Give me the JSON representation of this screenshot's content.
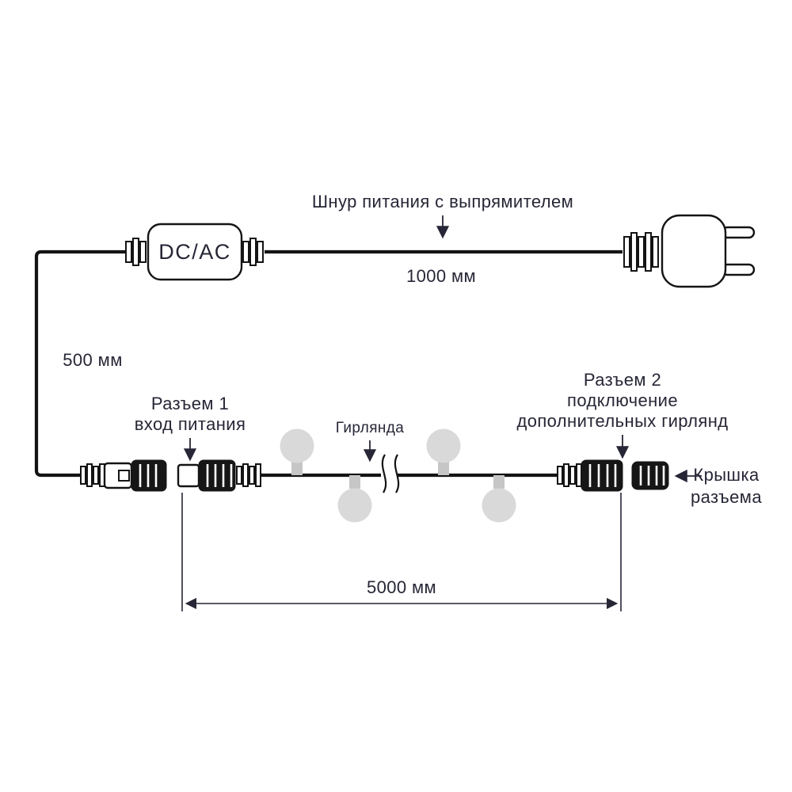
{
  "diagram": {
    "dcac_label": "DC/AC",
    "power_cord_label": "Шнур питания с выпрямителем",
    "power_cord_length": "1000 мм",
    "adapter_cable_length": "500 мм",
    "connector1_label_line1": "Разъем 1",
    "connector1_label_line2": "вход питания",
    "garland_label": "Гирлянда",
    "connector2_label_line1": "Разъем 2",
    "connector2_label_line2": "подключение",
    "connector2_label_line3": "дополнительных гирлянд",
    "cap_label_line1": "Крышка",
    "cap_label_line2": "разъема",
    "garland_length": "5000 мм"
  },
  "colors": {
    "ink": "#262636",
    "line": "#141414",
    "connector_black": "#161616",
    "bulb": "#d9d9d9",
    "bulb_stem": "#c6c6c6",
    "background": "#ffffff"
  }
}
